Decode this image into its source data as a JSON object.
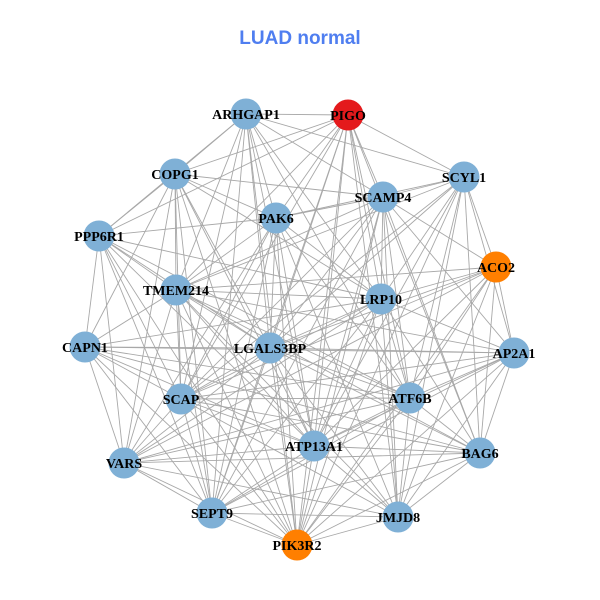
{
  "title": "LUAD normal",
  "colors": {
    "title": "#4f7ef0",
    "default": "#7fb0d6",
    "red": "#e41a1c",
    "orange": "#ff7f00",
    "edge": "#a8a8a8"
  },
  "nodes": [
    {
      "id": "PIGO",
      "color": "red"
    },
    {
      "id": "ARHGAP1",
      "color": "default"
    },
    {
      "id": "SCYL1",
      "color": "default"
    },
    {
      "id": "COPG1",
      "color": "default"
    },
    {
      "id": "SCAMP4",
      "color": "default"
    },
    {
      "id": "PAK6",
      "color": "default"
    },
    {
      "id": "PPP6R1",
      "color": "default"
    },
    {
      "id": "ACO2",
      "color": "orange"
    },
    {
      "id": "TMEM214",
      "color": "default"
    },
    {
      "id": "LRP10",
      "color": "default"
    },
    {
      "id": "CAPN1",
      "color": "default"
    },
    {
      "id": "LGALS3BP",
      "color": "default"
    },
    {
      "id": "AP2A1",
      "color": "default"
    },
    {
      "id": "SCAP",
      "color": "default"
    },
    {
      "id": "ATF6B",
      "color": "default"
    },
    {
      "id": "ATP13A1",
      "color": "default"
    },
    {
      "id": "BAG6",
      "color": "default"
    },
    {
      "id": "VARS",
      "color": "default"
    },
    {
      "id": "SEPT9",
      "color": "default"
    },
    {
      "id": "JMJD8",
      "color": "default"
    },
    {
      "id": "PIK3R2",
      "color": "orange"
    }
  ],
  "adjacency": {
    "0": [
      1,
      3,
      4,
      5,
      8,
      9,
      11,
      13,
      14,
      15,
      16,
      18,
      19,
      20,
      2,
      6
    ],
    "1": [
      3,
      4,
      5,
      8,
      9,
      11,
      13,
      14,
      15,
      18,
      20,
      6,
      2
    ],
    "2": [
      4,
      5,
      7,
      9,
      11,
      12,
      14,
      15,
      16,
      19,
      20,
      8,
      13
    ],
    "3": [
      5,
      6,
      8,
      10,
      11,
      13,
      15,
      17,
      18,
      20,
      4,
      9
    ],
    "4": [
      5,
      7,
      8,
      9,
      11,
      13,
      14,
      15,
      16,
      18,
      19,
      20,
      12
    ],
    "5": [
      6,
      8,
      9,
      11,
      13,
      15,
      17,
      18,
      19,
      20,
      14
    ],
    "6": [
      8,
      10,
      11,
      13,
      15,
      17,
      18,
      20,
      9,
      14
    ],
    "7": [
      8,
      9,
      11,
      12,
      14,
      15,
      16,
      19,
      20,
      13,
      17
    ],
    "8": [
      9,
      10,
      11,
      13,
      14,
      15,
      16,
      17,
      18,
      19,
      20,
      12
    ],
    "9": [
      10,
      11,
      12,
      13,
      14,
      15,
      16,
      18,
      19,
      20,
      17
    ],
    "10": [
      11,
      13,
      14,
      15,
      17,
      18,
      20,
      12,
      16
    ],
    "11": [
      12,
      13,
      14,
      15,
      16,
      17,
      18,
      19,
      20
    ],
    "12": [
      13,
      14,
      15,
      16,
      17,
      19,
      20,
      18
    ],
    "13": [
      14,
      15,
      17,
      18,
      19,
      20,
      16
    ],
    "14": [
      15,
      16,
      17,
      18,
      19,
      20
    ],
    "15": [
      16,
      17,
      18,
      19,
      20
    ],
    "16": [
      17,
      18,
      19,
      20
    ],
    "17": [
      18,
      19,
      20
    ],
    "18": [
      19,
      20
    ],
    "19": [
      20
    ]
  }
}
